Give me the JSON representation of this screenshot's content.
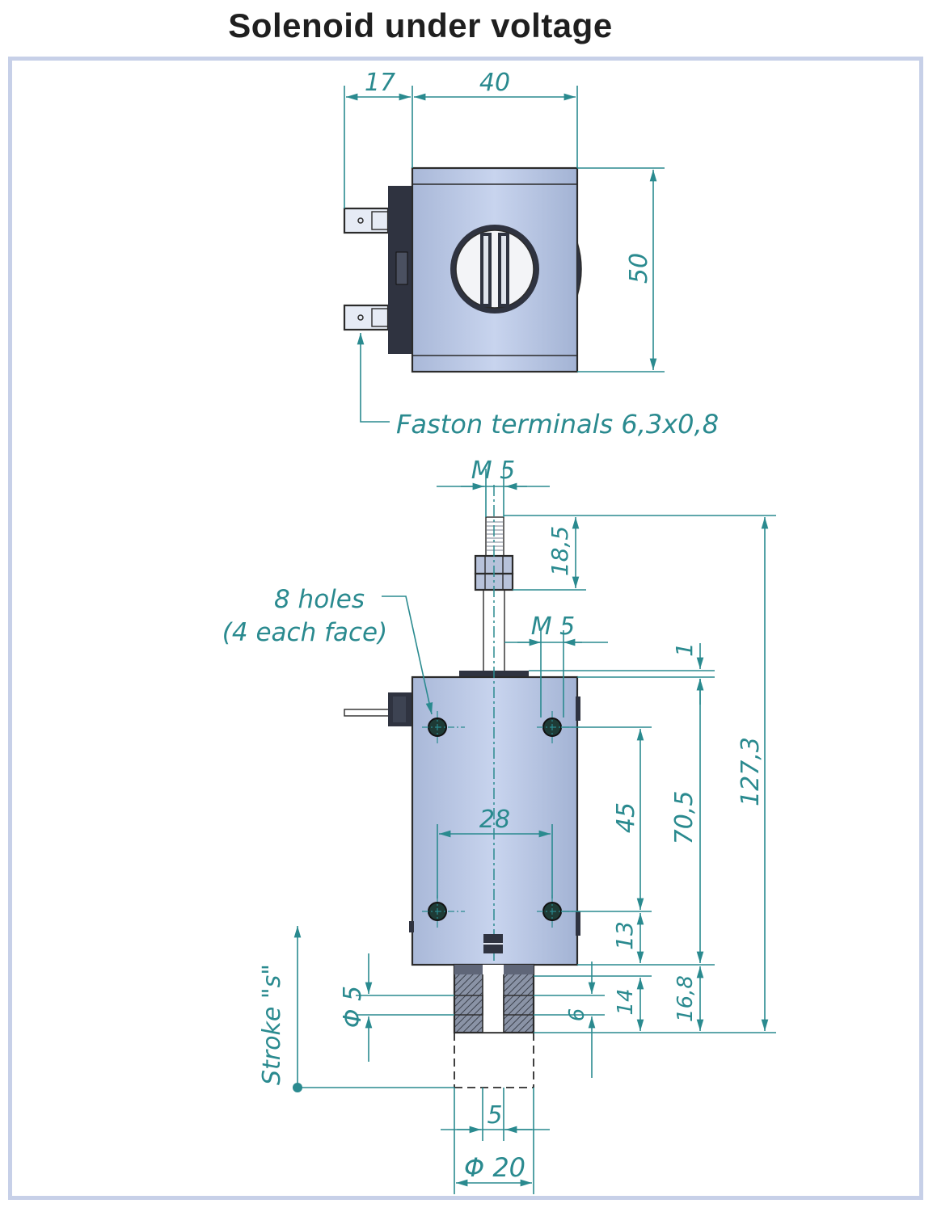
{
  "title": "Solenoid under voltage",
  "colors": {
    "dimension": "#2a8a8f",
    "body": "#b9c7e4",
    "frame": "#c7d0e8",
    "outline": "#2b2b2b"
  },
  "top_view": {
    "dim_terminal_width": "17",
    "dim_body_width": "40",
    "dim_body_height": "50",
    "terminals_note": "Faston terminals 6,3x0,8"
  },
  "front_view": {
    "dim_stud_thread": "M 5",
    "dim_stud_length": "18,5",
    "holes_note_line1": "8 holes",
    "holes_note_line2": "(4 each face)",
    "dim_hole_thread": "M 5",
    "dim_top_offset": "1",
    "dim_hole_spacing_h": "28",
    "dim_hole_spacing_v": "45",
    "dim_body_height": "70,5",
    "dim_overall_height": "127,3",
    "dim_hole_bottom": "13",
    "dim_plunger_14": "14",
    "dim_plunger_168": "16,8",
    "dim_slot_6": "6",
    "dim_pin_diameter": "Φ 5",
    "dim_slot_width": "5",
    "dim_plunger_diameter": "Φ 20",
    "stroke_label": "Stroke \"s\""
  }
}
